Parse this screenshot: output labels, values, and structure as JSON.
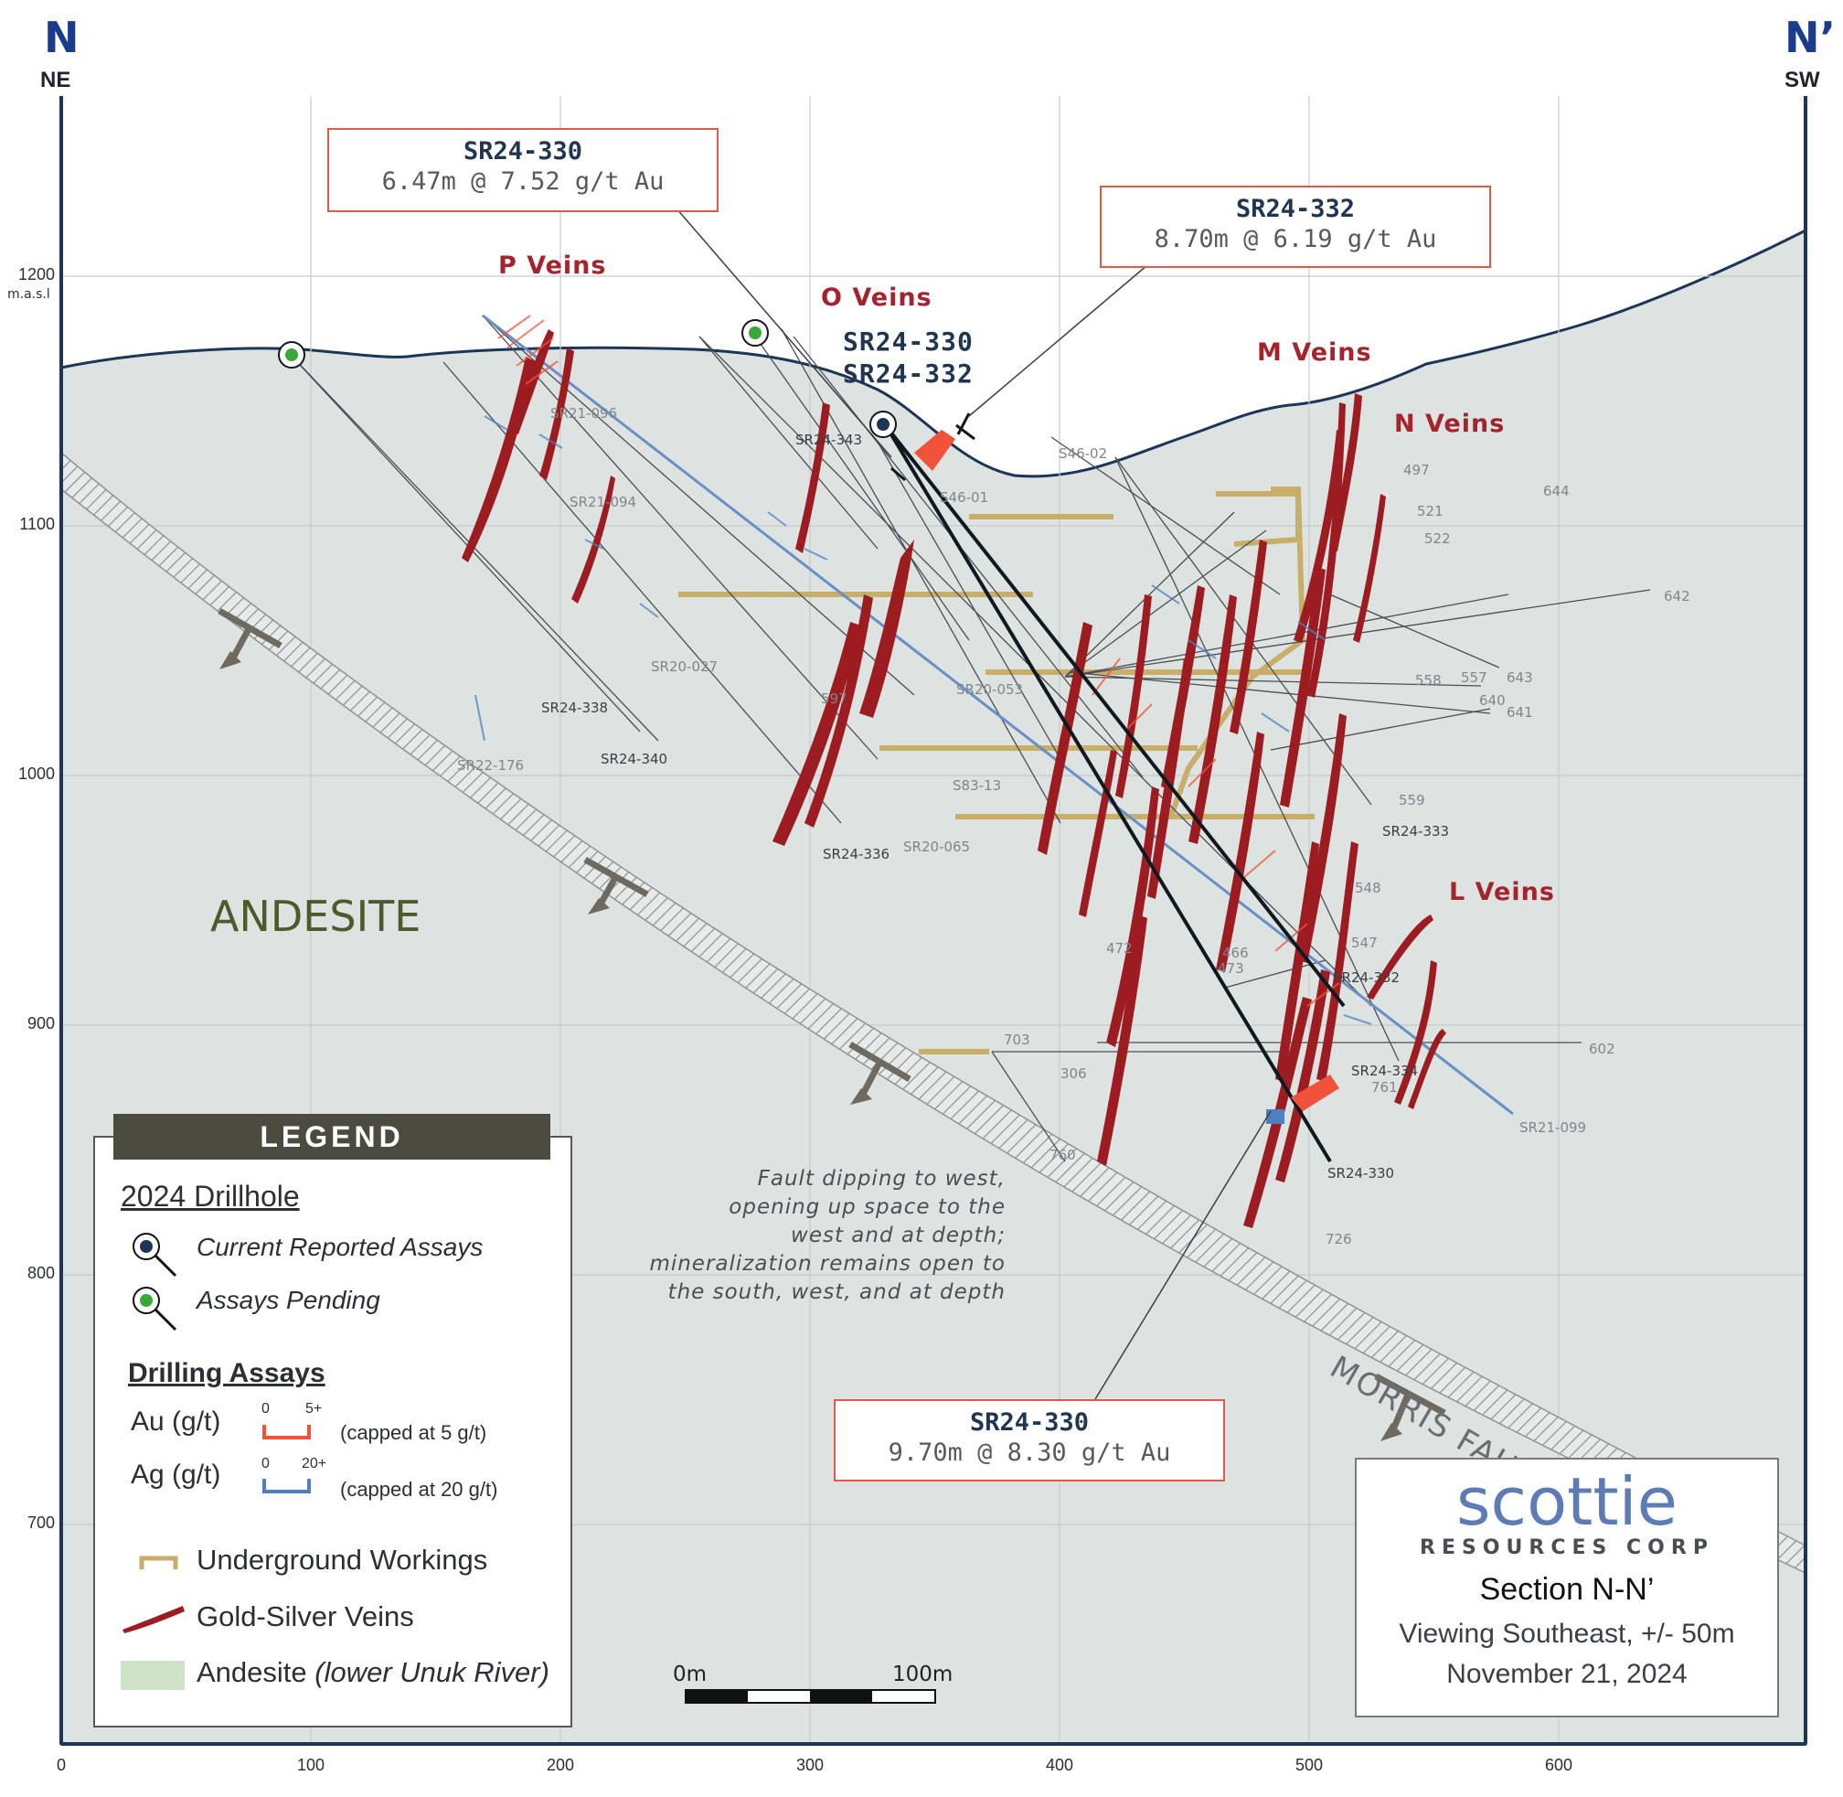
{
  "header": {
    "left_letter": "N",
    "left_dir": "NE",
    "right_letter": "N’",
    "right_dir": "SW"
  },
  "axes": {
    "y_unit": "m.a.s.l",
    "y_ticks": [
      "1200",
      "1100",
      "1000",
      "900",
      "800",
      "700"
    ],
    "x_ticks": [
      "0",
      "100",
      "200",
      "300",
      "400",
      "500",
      "600"
    ]
  },
  "callouts": [
    {
      "hole": "SR24-330",
      "interval": "6.47m @ 7.52 g/t Au"
    },
    {
      "hole": "SR24-332",
      "interval": "8.70m @ 6.19 g/t Au"
    },
    {
      "hole": "SR24-330",
      "interval": "9.70m @ 8.30 g/t Au"
    }
  ],
  "vein_labels": {
    "p": "P Veins",
    "o": "O Veins",
    "m": "M Veins",
    "n": "N Veins",
    "l": "L Veins"
  },
  "collar_label": {
    "line1": "SR24-330",
    "line2": "SR24-332"
  },
  "rock_label": "ANDESITE",
  "fault_label": "MORRIS FAULT",
  "fault_note": [
    "Fault dipping to west,",
    "opening up space to the",
    "west and at depth;",
    "mineralization remains open to",
    "the south, west, and at depth"
  ],
  "hole_labels": {
    "sr21_096": "SR21-096",
    "sr21_094": "SR21-094",
    "sr20_027": "SR20-027",
    "sr24_338": "SR24-338",
    "sr24_340": "SR24-340",
    "sr22_176": "SR22-176",
    "sr24_343": "SR24-343",
    "sr24_336": "SR24-336",
    "sr20_065": "SR20-065",
    "s83_13": "S83-13",
    "s46_01": "S46-01",
    "s46_02": "S46-02",
    "sr20_053": "SR20-053",
    "sr24_333": "SR24-333",
    "sr24_332": "SR24-332",
    "sr24_334": "SR24-334",
    "sr24_330": "SR24-330",
    "sr21_099": "SR21-099",
    "n497": "497",
    "n521": "521",
    "n522": "522",
    "n644": "644",
    "n642": "642",
    "n643": "643",
    "n640": "640",
    "n641": "641",
    "n557": "557",
    "n558": "558",
    "n559": "559",
    "n548": "548",
    "n547": "547",
    "n602": "602",
    "n761": "761",
    "n726": "726",
    "n760": "760",
    "n703": "703",
    "n306": "306",
    "n472": "472",
    "n466": "466",
    "n473": "473",
    "n597": "597"
  },
  "legend": {
    "title": "LEGEND",
    "section1": "2024 Drillhole",
    "current": "Current Reported Assays",
    "pending": "Assays Pending",
    "section2": "Drilling Assays",
    "au": "Au (g/t)",
    "ag": "Ag (g/t)",
    "au_min": "0",
    "au_max": "5+",
    "ag_min": "0",
    "ag_max": "20+",
    "au_cap": "(capped at 5 g/t)",
    "ag_cap": "(capped at 20 g/t)",
    "workings": "Underground Workings",
    "veins": "Gold-Silver Veins",
    "andesite": "Andesite",
    "andesite_note": "(lower Unuk River)"
  },
  "scale_bar": {
    "left": "0m",
    "right": "100m"
  },
  "brand": {
    "name": "scottie",
    "sub": "RESOURCES CORP",
    "section": "Section N-N’",
    "view": "Viewing Southeast, +/- 50m",
    "date": "November 21, 2024"
  },
  "colors": {
    "frame": "#1d3557",
    "andesite_fill": "#dde3e0",
    "vein": "#9c1c22",
    "gold_assay": "#f0533a",
    "silver_assay": "#4f7ec4",
    "workings": "#c9ae6a",
    "callout_border": "#e0594a"
  }
}
